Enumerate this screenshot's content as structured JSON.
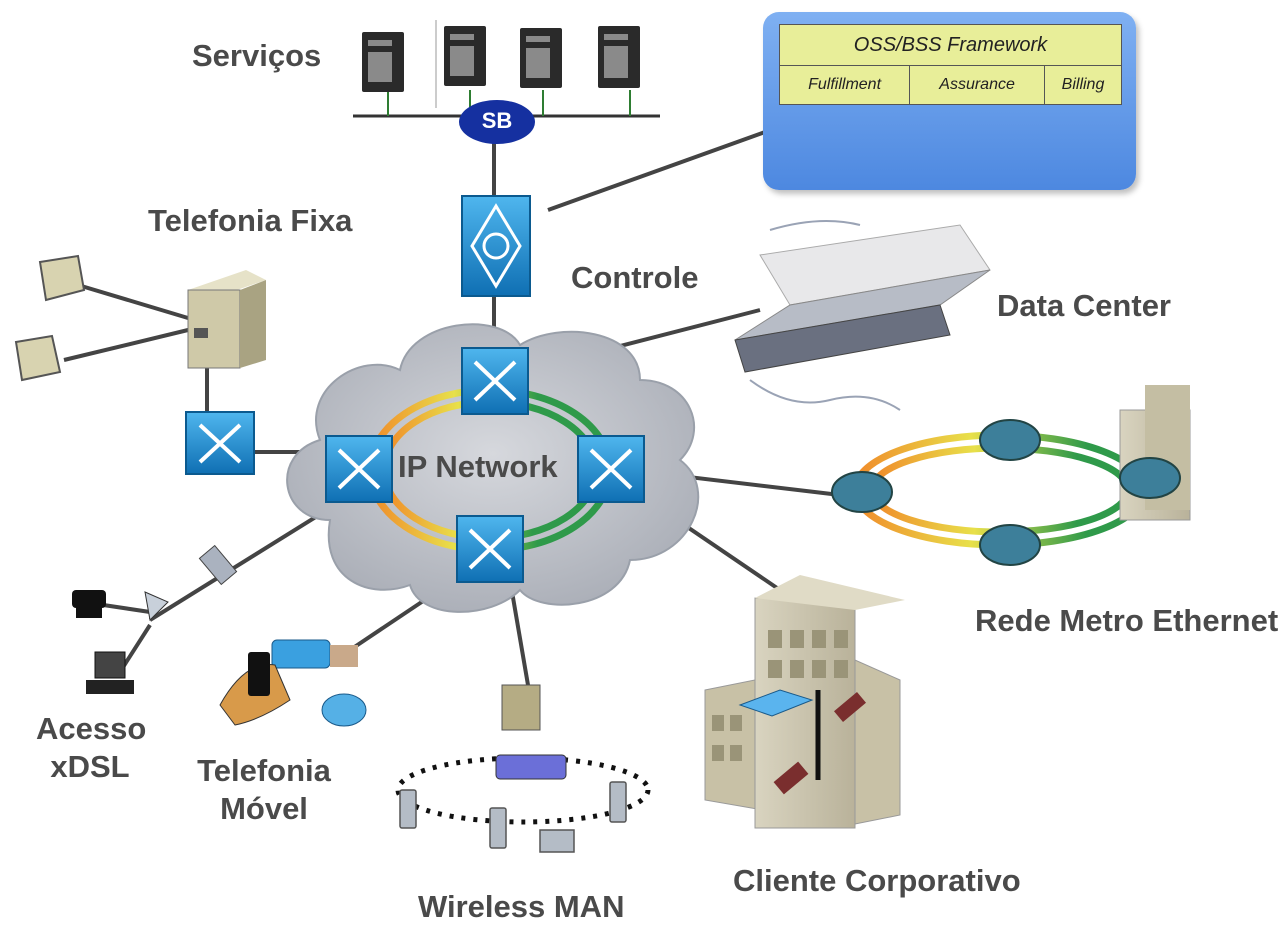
{
  "labels": {
    "servicos": "Serviços",
    "telefonia_fixa": "Telefonia Fixa",
    "controle": "Controle",
    "data_center": "Data Center",
    "ip_network": "IP Network",
    "rede_metro": "Rede Metro Ethernet",
    "acesso_line1": "Acesso",
    "acesso_line2": "xDSL",
    "movel_line1": "Telefonia",
    "movel_line2": "Móvel",
    "wireless_man": "Wireless MAN",
    "cliente_corporativo": "Cliente Corporativo",
    "sb": "SB"
  },
  "oss": {
    "title": "OSS/BSS Framework",
    "fulfillment": "Fulfillment",
    "assurance": "Assurance",
    "billing": "Billing"
  },
  "colors": {
    "label_text": "#4a4a4a",
    "cloud": "#b9bcc4",
    "switch_blue": "#1e8fd0",
    "ring_green": "#2f9a4a",
    "ring_yellow": "#e8e04a",
    "ring_orange": "#f08a2a",
    "oss_blue": "#5a92e6",
    "oss_table": "#e8ee99"
  }
}
